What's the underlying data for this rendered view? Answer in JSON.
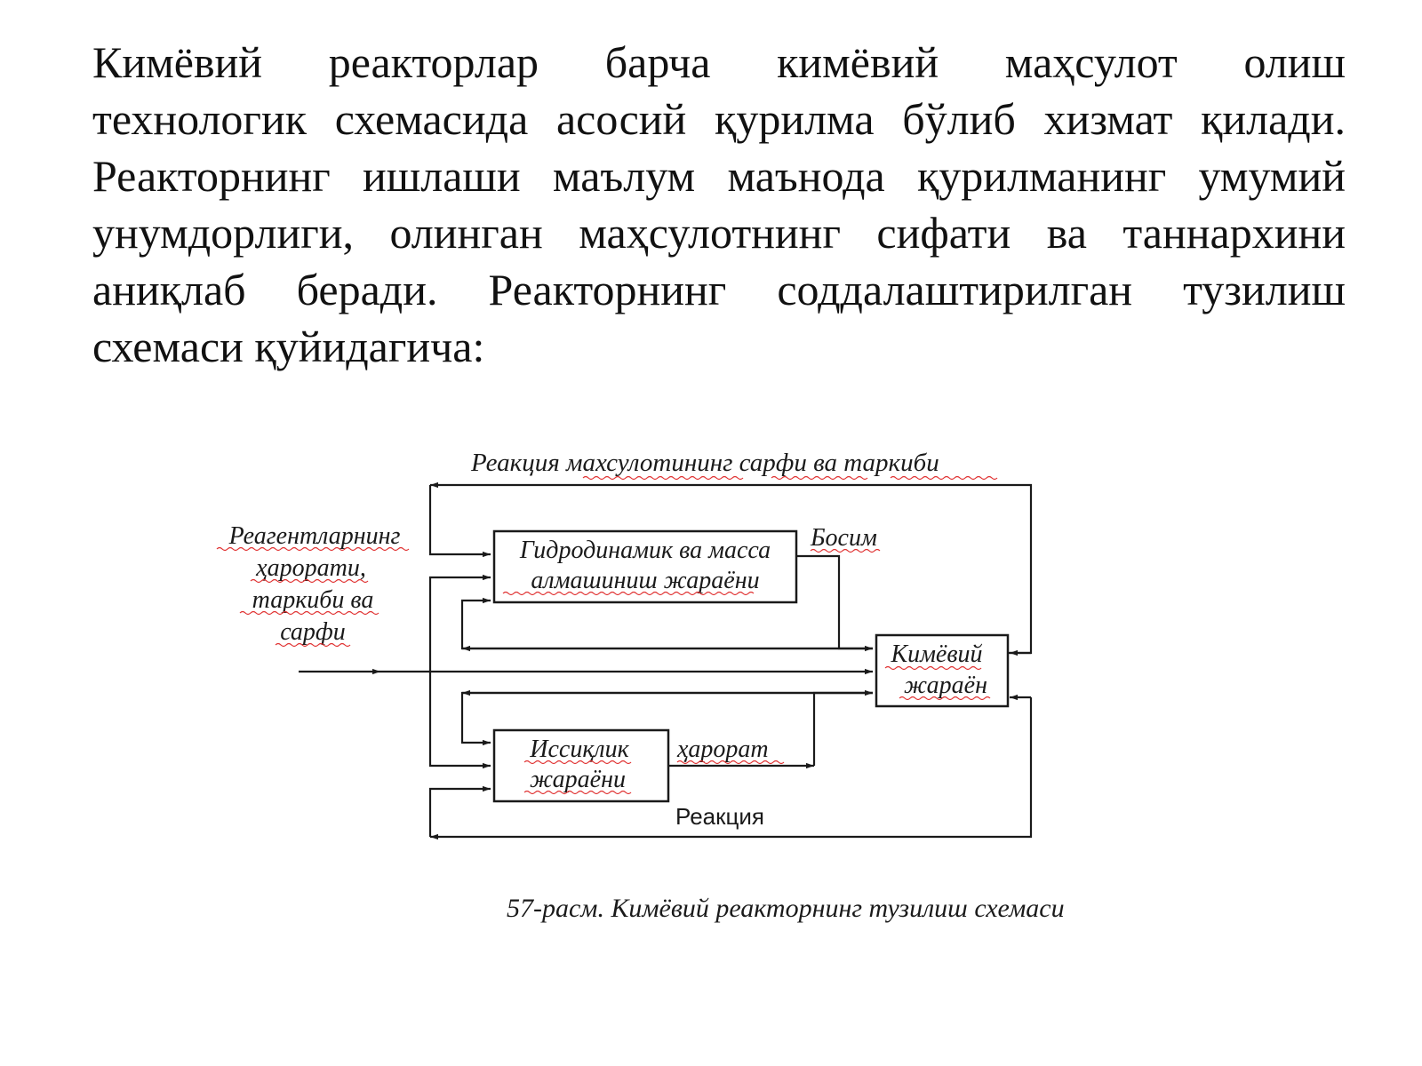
{
  "paragraph": {
    "lines": [
      "Кимёвий реакторлар  барча кимёвий маҳсулот олиш",
      "технологик схемасида  асосий қурилма бўлиб хизмат қилади.",
      "Реакторнинг ишлаши маълум маънода қурилманинг умумий",
      "унумдорлиги, олинган маҳсулотнинг сифати ва таннархини",
      "аниқлаб беради. Реакторнинг соддалаштирилган тузилиш",
      "схемаси қуйидагича:"
    ]
  },
  "diagram": {
    "top_label": "Реакция махсулотининг сарфи ва таркиби",
    "input_label": [
      "Реагентларнинг",
      "ҳарорати,",
      "таркиби  ва",
      "сарфи"
    ],
    "box_hydro": [
      "Гидродинамик ва масса",
      "алмашиниш жараёни"
    ],
    "label_pressure": "Босим",
    "box_chem": [
      "Кимёвий",
      "жараён"
    ],
    "box_heat": [
      "Иссиқлик",
      "жараёни"
    ],
    "label_temperature": "ҳарорат",
    "label_reaction": "Реакция",
    "caption": "57-расм. Кимёвий реакторнинг тузилиш схемаси"
  }
}
